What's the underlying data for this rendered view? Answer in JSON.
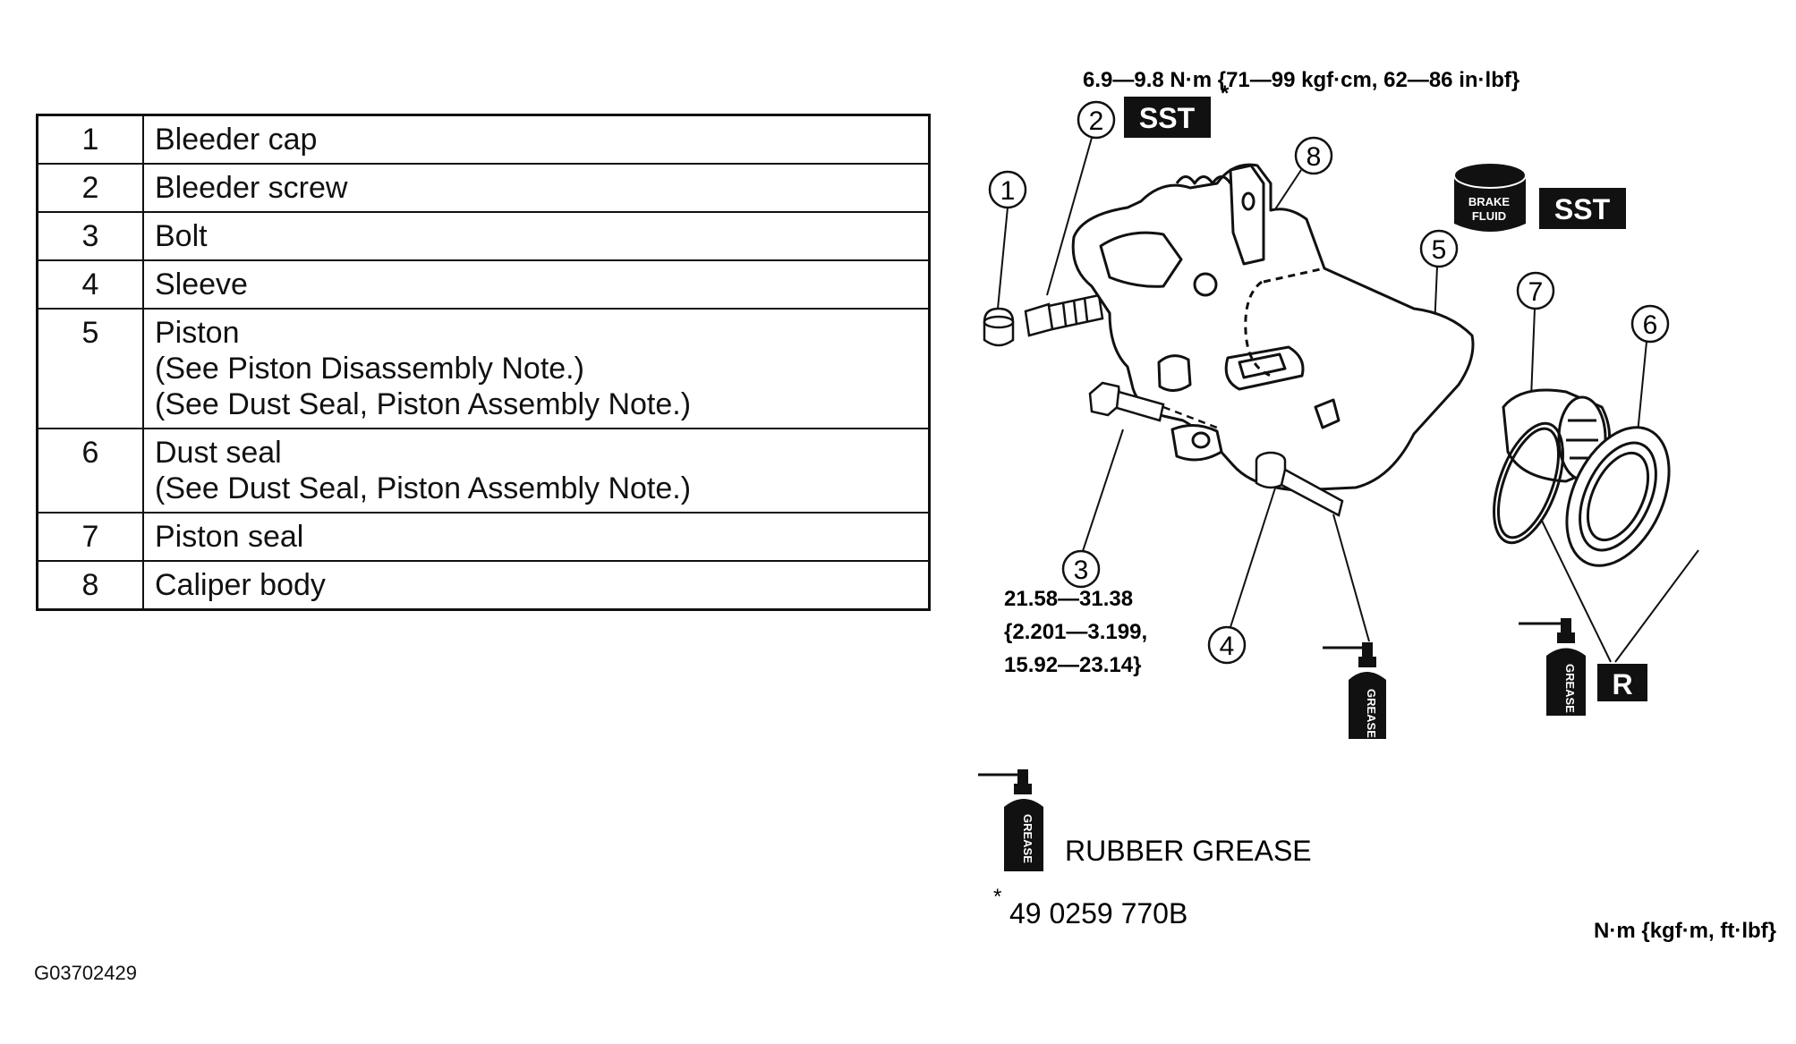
{
  "parts": [
    {
      "num": "1",
      "lines": [
        "Bleeder cap"
      ]
    },
    {
      "num": "2",
      "lines": [
        "Bleeder screw"
      ]
    },
    {
      "num": "3",
      "lines": [
        "Bolt"
      ]
    },
    {
      "num": "4",
      "lines": [
        "Sleeve"
      ]
    },
    {
      "num": "5",
      "lines": [
        "Piston",
        "(See Piston Disassembly Note.)",
        "(See Dust Seal, Piston Assembly Note.)"
      ]
    },
    {
      "num": "6",
      "lines": [
        "Dust seal",
        "(See Dust Seal, Piston Assembly Note.)"
      ]
    },
    {
      "num": "7",
      "lines": [
        "Piston seal"
      ]
    },
    {
      "num": "8",
      "lines": [
        "Caliper body"
      ]
    }
  ],
  "image_code": "G03702429",
  "diagram": {
    "torque_bleeder": "6.9—9.8 N·m {71—99 kgf·cm, 62—86 in·lbf}",
    "torque_bleeder_star": "*",
    "torque_bolt": [
      "21.58—31.38",
      "{2.201—3.199,",
      "15.92—23.14}"
    ],
    "callouts": [
      "1",
      "2",
      "3",
      "4",
      "5",
      "6",
      "7",
      "8"
    ],
    "sst_label": "SST",
    "replace_label": "R",
    "brake_fluid_label": [
      "BRAKE",
      "FLUID"
    ],
    "grease_can_label": "GREASE",
    "legend_grease": "RUBBER GREASE",
    "sst_star": "*",
    "sst_number": "49 0259 770B",
    "units_note": "N·m {kgf·m, ft·lbf}",
    "icons": [
      "grease-can-icon",
      "brake-fluid-can-icon"
    ],
    "colors": {
      "ink": "#111111",
      "badge": "#111111",
      "paper": "#ffffff"
    }
  }
}
